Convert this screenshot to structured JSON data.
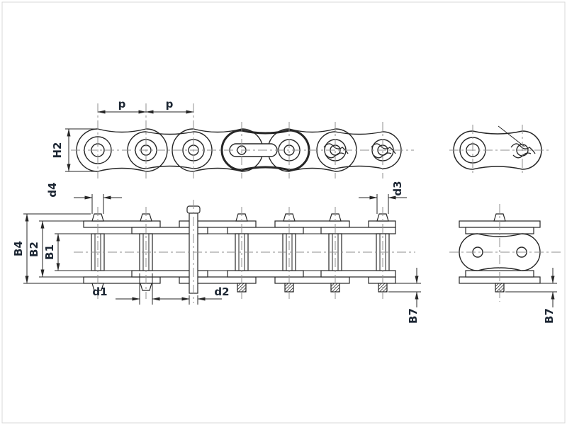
{
  "drawing": {
    "labels": {
      "pitch1": "p",
      "pitch2": "p",
      "h2": "H2",
      "d4": "d4",
      "d3": "d3",
      "b4": "B4",
      "b2": "B2",
      "b1": "B1",
      "d1": "d1",
      "d2": "d2",
      "b7_plan": "B7",
      "b7_end": "B7"
    },
    "colors": {
      "line": "#262626",
      "centerline": "#8f8f8f",
      "label": "#1c2633",
      "background": "#ffffff",
      "frame": "#d9d9d9"
    }
  }
}
